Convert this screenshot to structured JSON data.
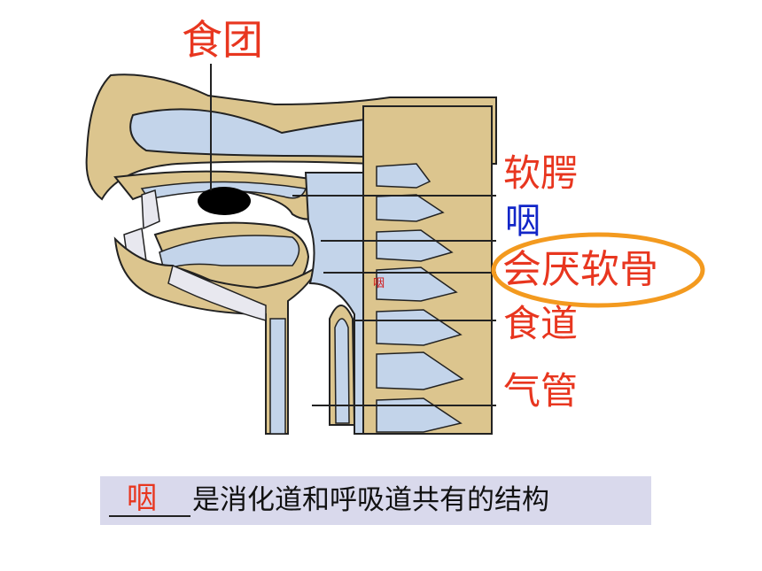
{
  "labels": {
    "bolus": "食团",
    "soft_palate": "软腭",
    "pharynx": "咽",
    "epiglottis": "会厌软骨",
    "esophagus": "食道",
    "trachea": "气管",
    "pharynx_small": "咽"
  },
  "caption": {
    "answer": "咽",
    "text": "是消化道和呼吸道共有的结构"
  },
  "colors": {
    "label_red": "#e8361f",
    "label_blue": "#1226c8",
    "bone": "#dcc58e",
    "cavity": "#c3d4ea",
    "highlight_ring": "#f39a1f",
    "caption_bg": "#d9d9ec"
  }
}
